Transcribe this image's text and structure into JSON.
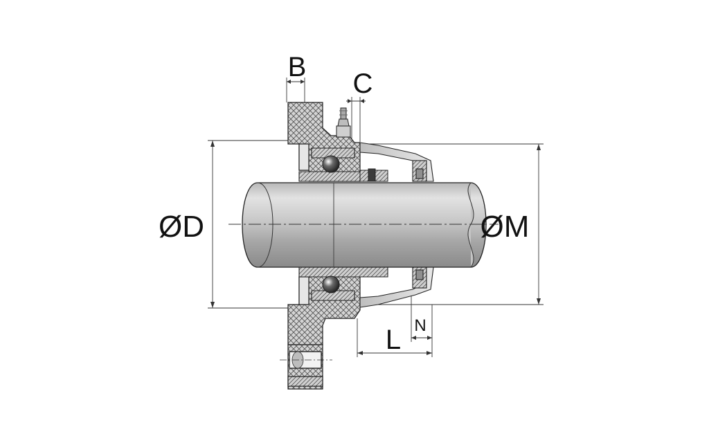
{
  "labels": {
    "B": "B",
    "C": "C",
    "D": "ØD",
    "M": "ØM",
    "L": "L",
    "N": "N"
  },
  "colors": {
    "line": "#222222",
    "shaft_light": "#dcdcdc",
    "shaft_dark": "#9a9a9a",
    "housing": "#d8d8d8",
    "hatch": "#555555",
    "ball": "#3a3a3a"
  }
}
